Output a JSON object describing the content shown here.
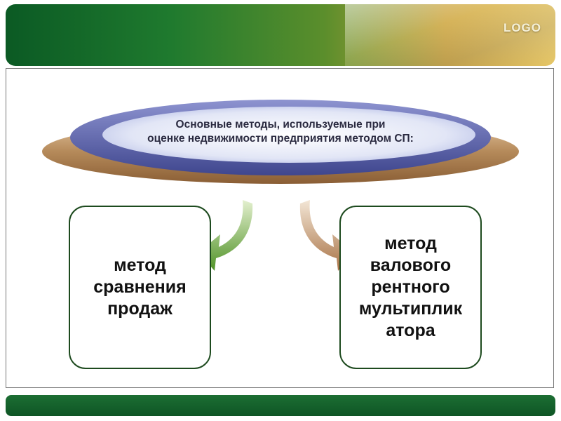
{
  "header": {
    "logo_text": "LOGO"
  },
  "diagram": {
    "title_line1": "Основные методы, используемые при",
    "title_line2": "оценке недвижимости предприятия методом СП:",
    "left_box": {
      "line1": "метод",
      "line2": "сравнения",
      "line3": "продаж"
    },
    "right_box": {
      "line1": "метод",
      "line2": "валового",
      "line3": "рентного",
      "line4": "мультиплик",
      "line5": "атора"
    }
  },
  "colors": {
    "header_green": "#1f7a2e",
    "ellipse_blue": "#5b62a8",
    "ellipse_ring": "#b58a5a",
    "left_arrow": "#6aa33a",
    "right_arrow": "#b8865a",
    "box_border": "#1d4a1e"
  }
}
